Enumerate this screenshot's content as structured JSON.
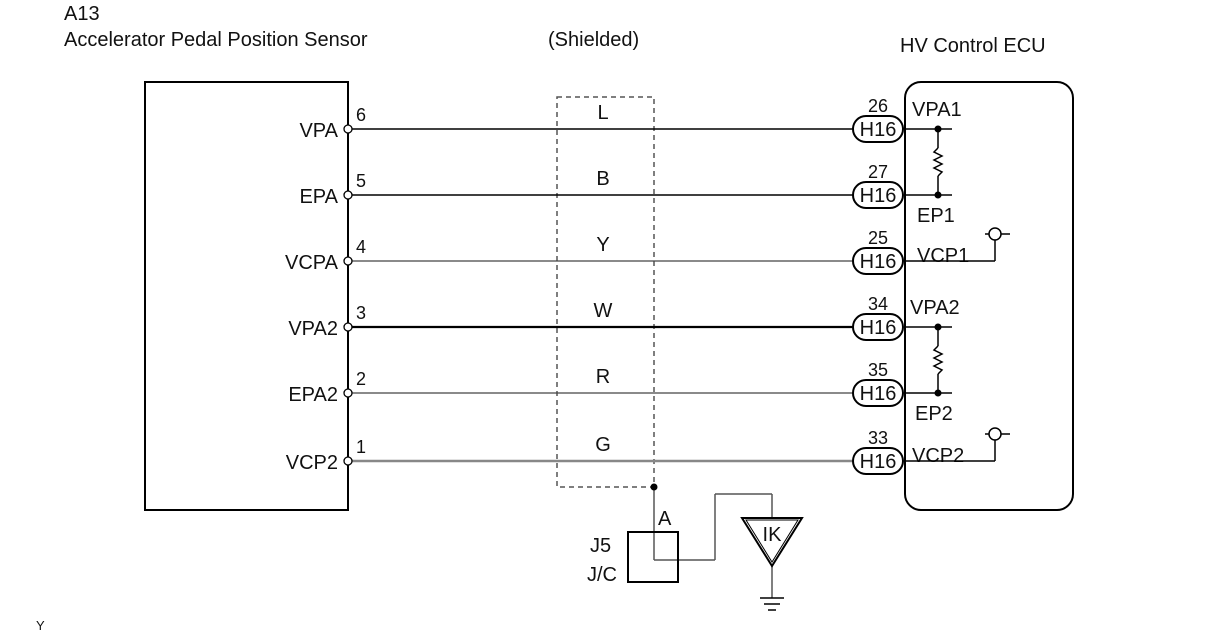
{
  "sensor": {
    "code": "A13",
    "name": "Accelerator Pedal Position Sensor"
  },
  "shield_label": "(Shielded)",
  "ecu": {
    "name": "HV Control ECU"
  },
  "wires": [
    {
      "pin": "6",
      "signal": "VPA",
      "color": "L",
      "ecu_pin": "26",
      "connector": "H16",
      "ecu_signal": "VPA1"
    },
    {
      "pin": "5",
      "signal": "EPA",
      "color": "B",
      "ecu_pin": "27",
      "connector": "H16",
      "ecu_signal": "EP1"
    },
    {
      "pin": "4",
      "signal": "VCPA",
      "color": "Y",
      "ecu_pin": "25",
      "connector": "H16",
      "ecu_signal": "VCP1"
    },
    {
      "pin": "3",
      "signal": "VPA2",
      "color": "W",
      "ecu_pin": "34",
      "connector": "H16",
      "ecu_signal": "VPA2"
    },
    {
      "pin": "2",
      "signal": "EPA2",
      "color": "R",
      "ecu_pin": "35",
      "connector": "H16",
      "ecu_signal": "EP2"
    },
    {
      "pin": "1",
      "signal": "VCP2",
      "color": "G",
      "ecu_pin": "33",
      "connector": "H16",
      "ecu_signal": "VCP2"
    }
  ],
  "junction": {
    "pin": "A",
    "code": "J5",
    "type": "J/C"
  },
  "ground_point": {
    "label": "IK"
  },
  "corner_mark": "Y"
}
